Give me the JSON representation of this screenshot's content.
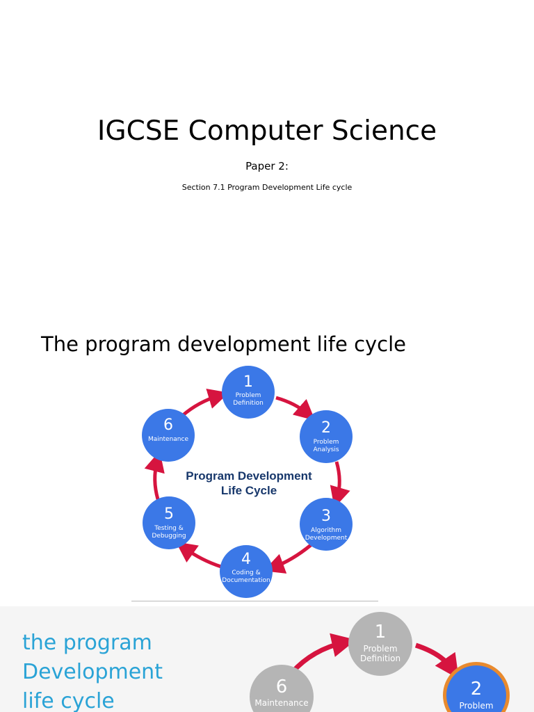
{
  "slide1": {
    "title": "IGCSE Computer Science",
    "subtitle": "Paper 2:",
    "section": "Section 7.1 Program Development Life cycle"
  },
  "slide2": {
    "heading": "The program development life cycle",
    "diagram": {
      "center_title_line1": "Program Development",
      "center_title_line2": "Life Cycle",
      "center_title_color": "#17376b",
      "node_color": "#3b78e7",
      "arrow_color": "#d6143f",
      "steps": [
        {
          "num": "1",
          "line1": "Problem",
          "line2": "Definition"
        },
        {
          "num": "2",
          "line1": "Problem",
          "line2": "Analysis"
        },
        {
          "num": "3",
          "line1": "Algorithm",
          "line2": "Development"
        },
        {
          "num": "4",
          "line1": "Coding &",
          "line2": "Documentation"
        },
        {
          "num": "5",
          "line1": "Testing &",
          "line2": "Debugging"
        },
        {
          "num": "6",
          "line1": "Maintenance",
          "line2": ""
        }
      ]
    }
  },
  "slide3": {
    "title_line1": "the program",
    "title_line2": "Development",
    "title_line3": "life cycle",
    "title_color": "#2aa3d6",
    "steps": [
      {
        "num": "1",
        "line1": "Problem",
        "line2": "Definition"
      },
      {
        "num": "2",
        "line1": "Problem",
        "line2": ""
      },
      {
        "num": "6",
        "line1": "Maintenance",
        "line2": ""
      }
    ]
  }
}
